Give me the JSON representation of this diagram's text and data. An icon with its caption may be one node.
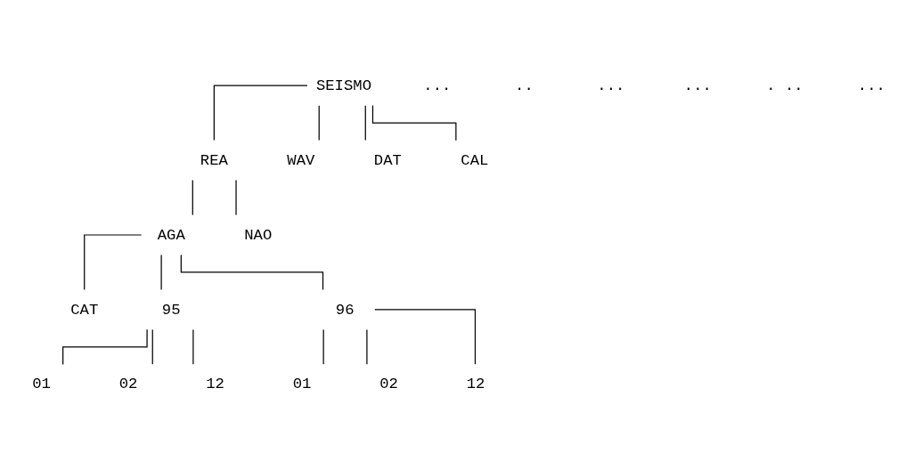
{
  "diagram": {
    "nodes": [
      {
        "text": [
          "SEISMO"
        ]
      },
      {
        "text": [
          "REA"
        ]
      },
      {
        "text": [
          "WAV"
        ]
      },
      {
        "text": [
          "DAT"
        ]
      },
      {
        "text": [
          "CAL"
        ]
      },
      {
        "text": [
          "AGA"
        ]
      },
      {
        "text": [
          "NAO"
        ]
      },
      {
        "text": [
          "CAT"
        ]
      },
      {
        "text": [
          "95"
        ]
      },
      {
        "text": [
          "96"
        ]
      },
      {
        "text": [
          "01"
        ]
      },
      {
        "text": [
          "02"
        ]
      },
      {
        "text": [
          "12"
        ]
      },
      {
        "text": [
          "01"
        ]
      },
      {
        "text": [
          "02"
        ]
      },
      {
        "text": [
          "12"
        ]
      }
    ],
    "edges": [
      {
        "from": 0,
        "to": 1,
        "arrow": "none"
      },
      {
        "from": 0,
        "to": 2,
        "arrow": "none"
      },
      {
        "from": 0,
        "to": 3,
        "arrow": "none"
      },
      {
        "from": 0,
        "to": 4,
        "arrow": "none"
      },
      {
        "from": 1,
        "to": 5,
        "arrow": "none"
      },
      {
        "from": 1,
        "to": 6,
        "arrow": "none"
      },
      {
        "from": 5,
        "to": 7,
        "arrow": "none"
      },
      {
        "from": 5,
        "to": 8,
        "arrow": "none"
      },
      {
        "from": 5,
        "to": 9,
        "arrow": "none"
      },
      {
        "from": 8,
        "to": 10,
        "arrow": "none"
      },
      {
        "from": 8,
        "to": 11,
        "arrow": "none"
      },
      {
        "from": 8,
        "to": 12,
        "arrow": "none"
      },
      {
        "from": 9,
        "to": 13,
        "arrow": "none"
      },
      {
        "from": 9,
        "to": 14,
        "arrow": "none"
      },
      {
        "from": 9,
        "to": 15,
        "arrow": "none"
      }
    ],
    "labels": [
      "...",
      "..",
      "...",
      "...",
      ". ..",
      "..."
    ]
  }
}
